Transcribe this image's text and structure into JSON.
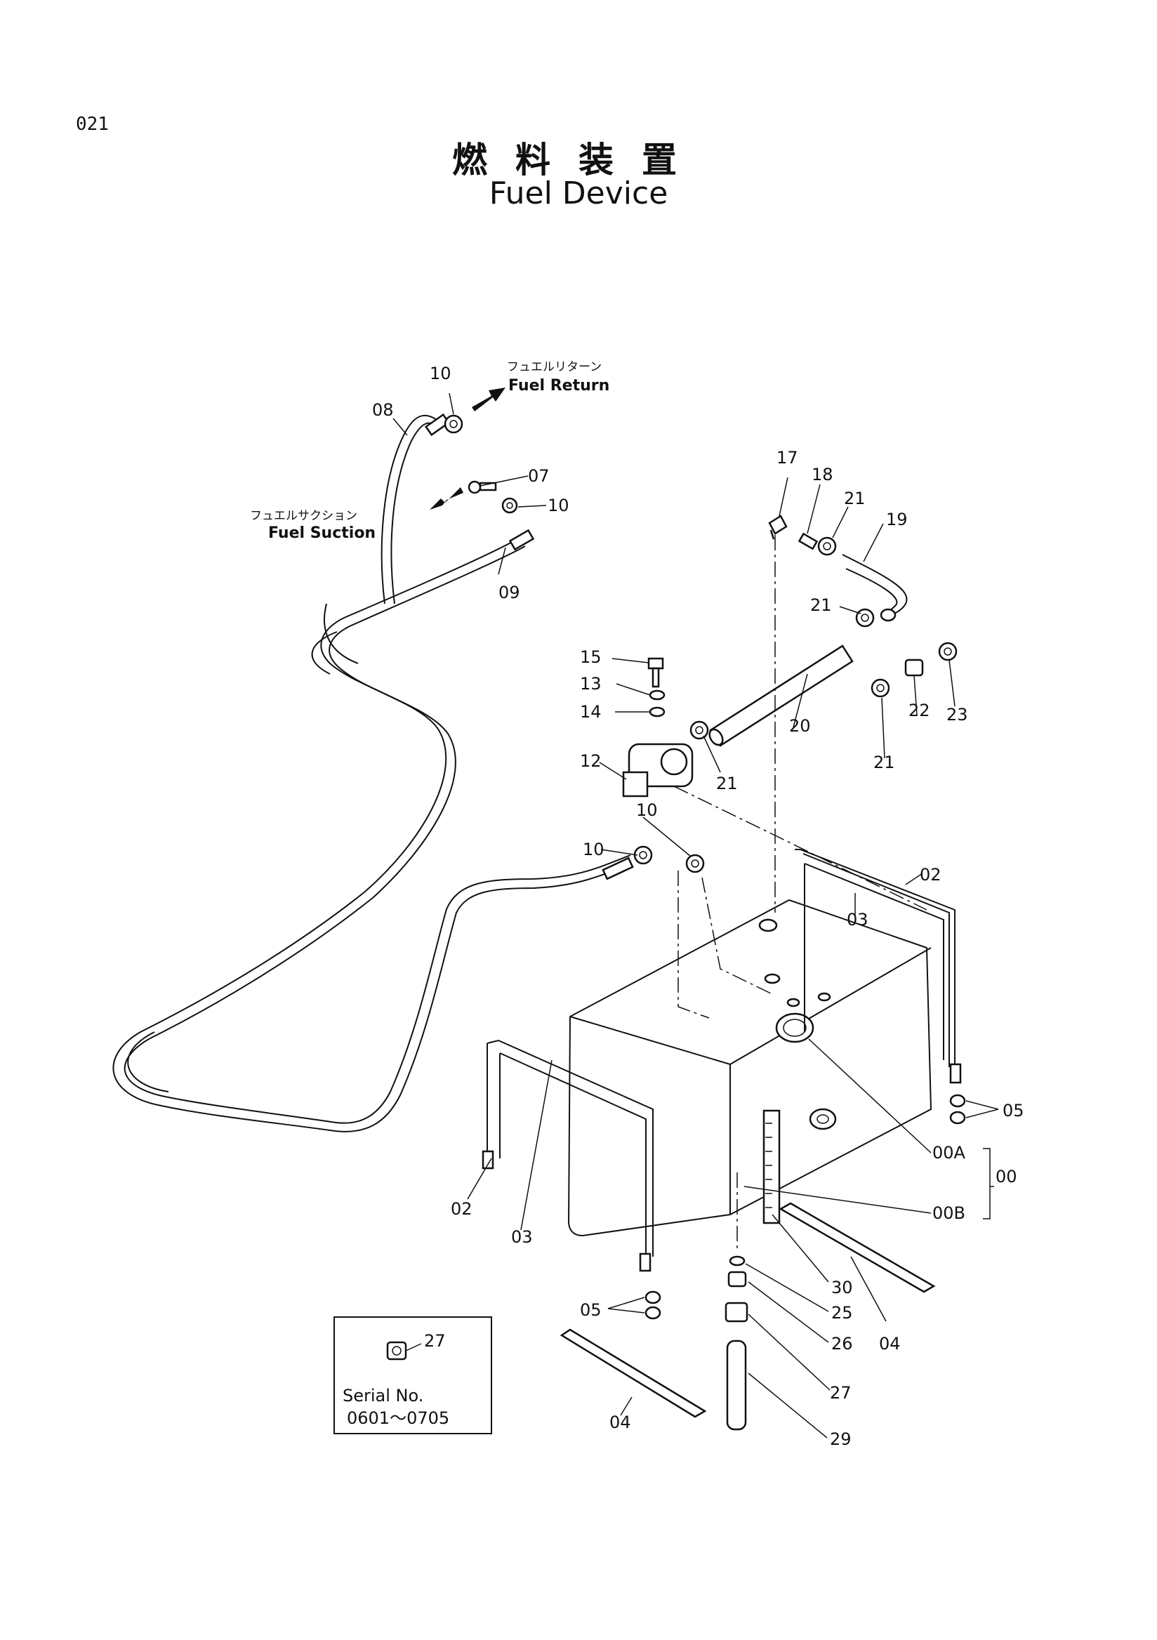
{
  "page_code": "021",
  "title": {
    "japanese": "燃料装置",
    "english": "Fuel Device"
  },
  "directions": {
    "return_jp": "フュエルリターン",
    "return_en": "Fuel Return",
    "suction_jp": "フュエルサクション",
    "suction_en": "Fuel Suction"
  },
  "callouts": {
    "p08": "08",
    "p10a": "10",
    "p07": "07",
    "p10b": "10",
    "p09": "09",
    "p17": "17",
    "p18": "18",
    "p21a": "21",
    "p19": "19",
    "p21b": "21",
    "p15": "15",
    "p13": "13",
    "p14": "14",
    "p12": "12",
    "p21c": "21",
    "p20": "20",
    "p21d": "21",
    "p22": "22",
    "p23": "23",
    "p10c": "10",
    "p10d": "10",
    "p02a": "02",
    "p03a": "03",
    "p05a": "05",
    "p00a": "00A",
    "p00": "00",
    "p00b": "00B",
    "p02b": "02",
    "p03b": "03",
    "p05b": "05",
    "p30": "30",
    "p25": "25",
    "p26": "26",
    "p04a": "04",
    "p27": "27",
    "p29": "29",
    "p04b": "04"
  },
  "inset": {
    "part": "27",
    "serial_label": "Serial No.",
    "serial_range": "0601～0705"
  }
}
